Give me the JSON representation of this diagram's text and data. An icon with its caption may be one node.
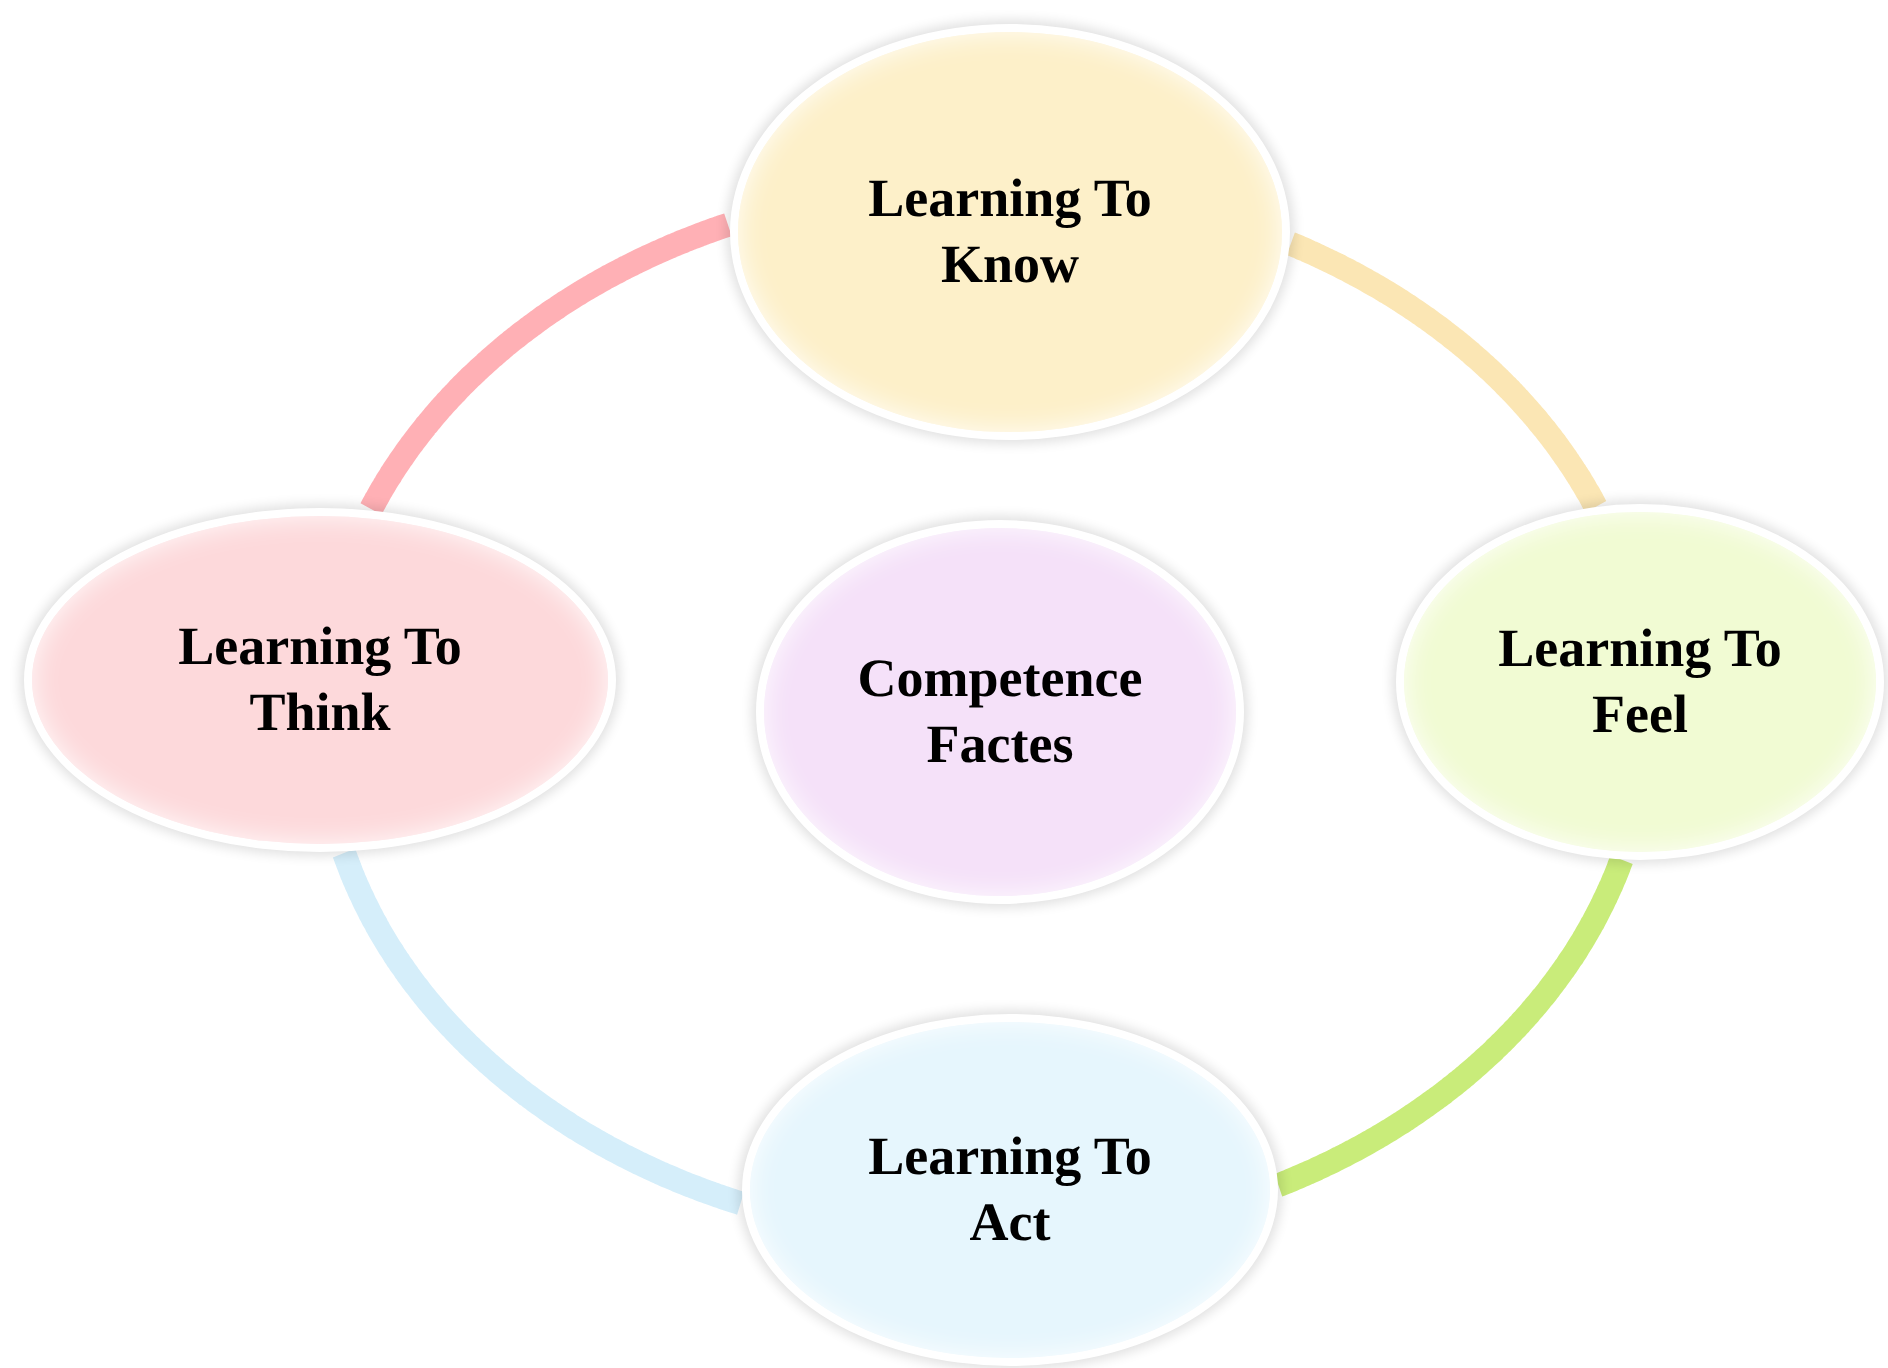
{
  "diagram": {
    "nodes": [
      {
        "text": [
          "Learning To Know"
        ]
      },
      {
        "text": [
          "Learning To Think"
        ]
      },
      {
        "text": [
          "Competence Factes"
        ]
      },
      {
        "text": [
          "Learning To Feel"
        ]
      },
      {
        "text": [
          "Learning To Act"
        ]
      }
    ],
    "edges": [
      {
        "from": 0,
        "to": 3,
        "arrow": "none",
        "color": "#fbe6b4"
      },
      {
        "from": 3,
        "to": 4,
        "arrow": "none",
        "color": "#c9ec7a"
      },
      {
        "from": 4,
        "to": 1,
        "arrow": "none",
        "color": "#d5eefa"
      },
      {
        "from": 1,
        "to": 0,
        "arrow": "none",
        "color": "#ffb0b5"
      }
    ]
  }
}
